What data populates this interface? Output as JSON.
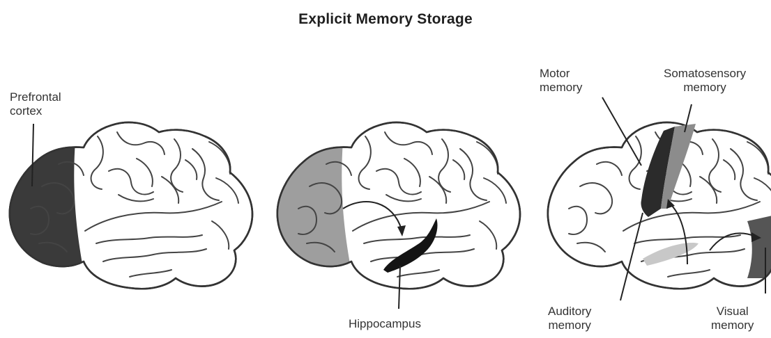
{
  "title": "Explicit Memory Storage",
  "colors": {
    "background": "#ffffff",
    "outline": "#333333",
    "prefrontal_dark": "#3a3a3a",
    "prefrontal_light": "#9e9e9e",
    "hippocampus": "#141414",
    "motor": "#2b2b2b",
    "somatosensory": "#8c8c8c",
    "visual": "#555555",
    "auditory": "#c8c8c8"
  },
  "panels": [
    {
      "id": "prefrontal",
      "labels": {
        "region": [
          "Prefrontal",
          "cortex"
        ]
      }
    },
    {
      "id": "hippocampus",
      "labels": {
        "region": [
          "Hippocampus"
        ]
      }
    },
    {
      "id": "cortex-areas",
      "labels": {
        "motor": [
          "Motor",
          "memory"
        ],
        "somatosensory": [
          "Somatosensory",
          "memory"
        ],
        "auditory": [
          "Auditory",
          "memory"
        ],
        "visual": [
          "Visual",
          "memory"
        ]
      }
    }
  ]
}
